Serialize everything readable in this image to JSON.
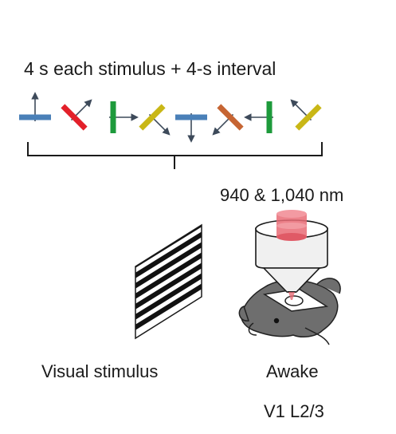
{
  "header": {
    "title": "4 s each stimulus + 4-s interval"
  },
  "stimuli": [
    {
      "angle": 0,
      "color": "#4a80b8"
    },
    {
      "angle": 45,
      "color": "#e3202a"
    },
    {
      "angle": 90,
      "color": "#1d9a3b"
    },
    {
      "angle": 135,
      "color": "#c9b716"
    },
    {
      "angle": 180,
      "color": "#4a80b8"
    },
    {
      "angle": 225,
      "color": "#c66533"
    },
    {
      "angle": 270,
      "color": "#1d9a3b"
    },
    {
      "angle": 315,
      "color": "#c9b716"
    }
  ],
  "laser": {
    "label": "940 & 1,040 nm",
    "color": "#e96b75"
  },
  "visual": {
    "label": "Visual stimulus"
  },
  "mouse": {
    "state": "Awake",
    "area": "V1 L2/3"
  }
}
